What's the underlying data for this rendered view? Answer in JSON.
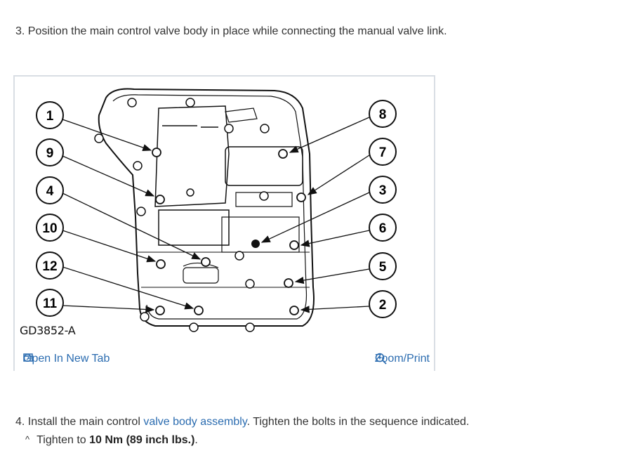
{
  "step3": {
    "text": "3. Position the main control valve body in place while connecting the manual valve link."
  },
  "figure": {
    "caption": "GD3852-A",
    "callouts_left": [
      "1",
      "9",
      "4",
      "10",
      "12",
      "11"
    ],
    "callouts_right": [
      "8",
      "7",
      "3",
      "6",
      "5",
      "2"
    ],
    "open_tab_label": "Open In New Tab",
    "zoom_label": "Zoom/Print",
    "open_icon": "external-tab-icon",
    "zoom_icon": "magnifier-icon",
    "link_color": "#2b6cb0"
  },
  "step4": {
    "prefix": "4. Install the main control ",
    "link": "valve body assembly",
    "suffix": ". Tighten the bolts in the sequence indicated."
  },
  "torque": {
    "caret": "^",
    "prefix": "Tighten to ",
    "value": "10 Nm (89 inch lbs.)",
    "suffix": "."
  }
}
